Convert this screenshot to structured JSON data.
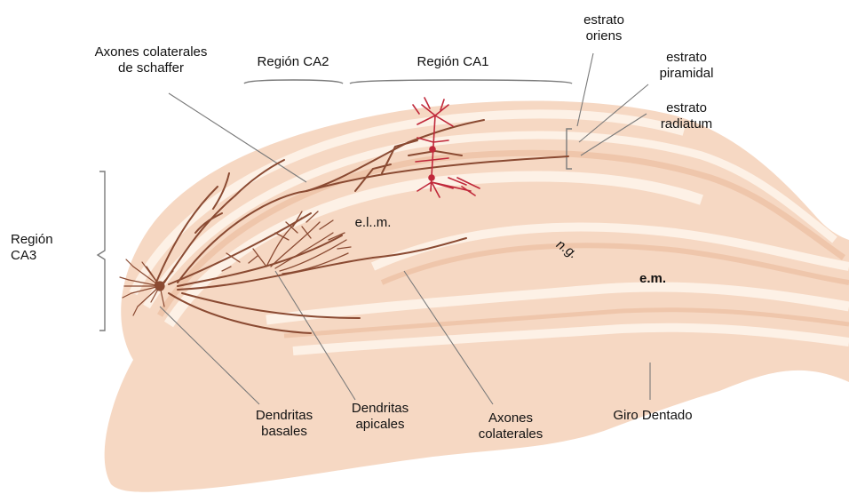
{
  "labels": {
    "axones_schaffer": [
      "Axones colaterales",
      "de schaffer"
    ],
    "region_ca2": "Región CA2",
    "region_ca1": "Región CA1",
    "estrato_oriens": [
      "estrato",
      "oriens"
    ],
    "estrato_piramidal": [
      "estrato",
      "piramidal"
    ],
    "estrato_radiatum": [
      "estrato",
      "radiatum"
    ],
    "region_ca3": [
      "Región",
      "CA3"
    ],
    "elm": "e.l..m.",
    "ng": "n.g.",
    "em": "e.m.",
    "dendritas_basales": [
      "Dendritas",
      "basales"
    ],
    "dendritas_apicales": [
      "Dendritas",
      "apicales"
    ],
    "axones_colaterales": [
      "Axones",
      "colaterales"
    ],
    "giro_dentado": "Giro Dentado"
  },
  "colors": {
    "tissue": "#f6d8c3",
    "band_light": "#fdf1e6",
    "band_dark": "#efc6ab",
    "neuron_brown": "#8a4a32",
    "neuron_red": "#c0283a",
    "leader_line": "#7a7a7a"
  }
}
